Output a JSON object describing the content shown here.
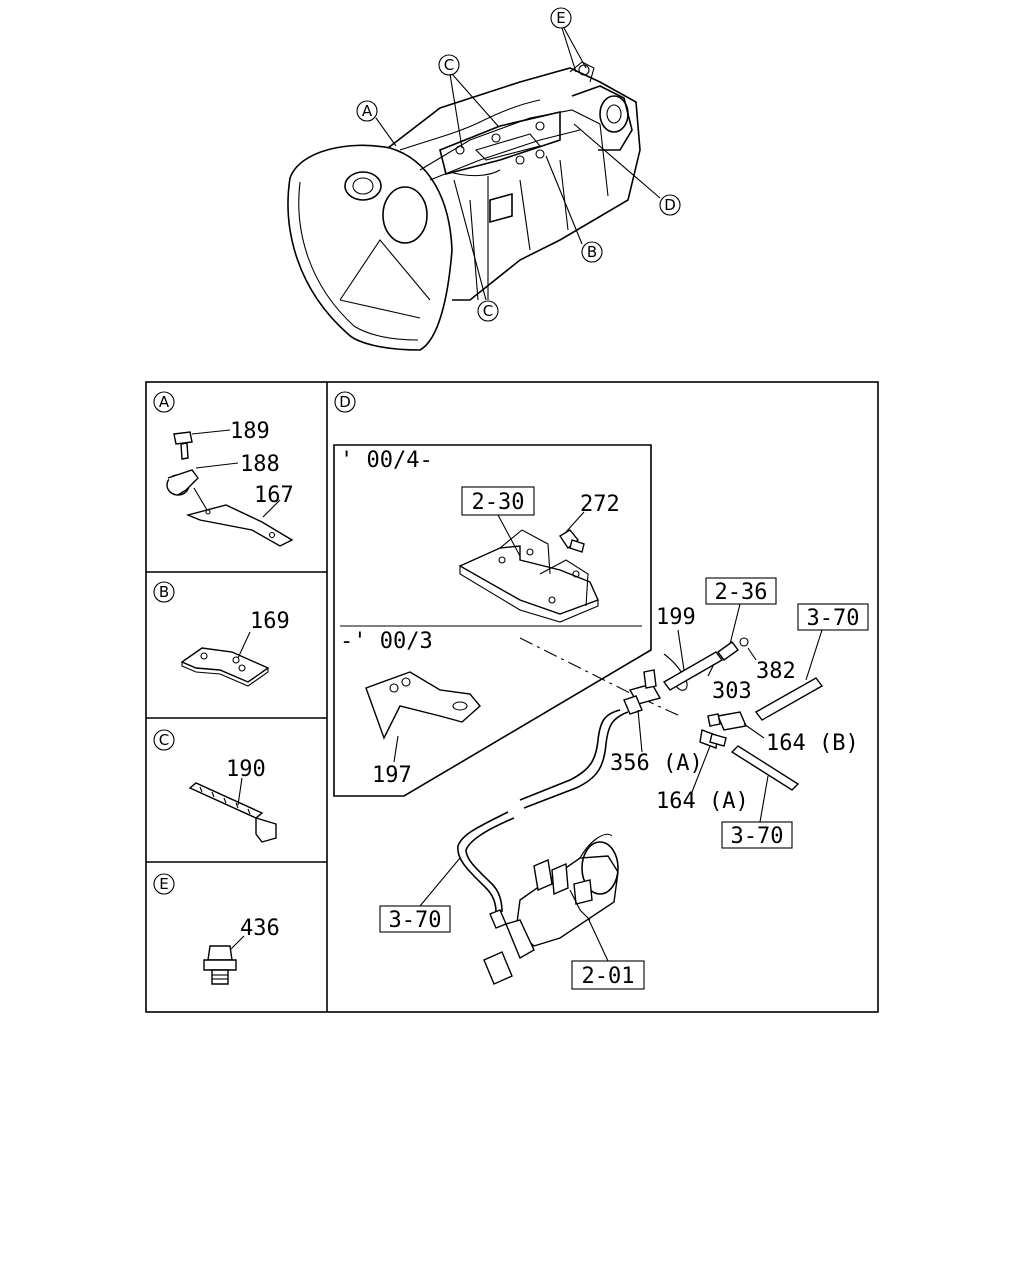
{
  "overview": {
    "callouts": [
      "A",
      "B",
      "C",
      "C",
      "D",
      "E"
    ]
  },
  "panels": {
    "A": {
      "letter": "A",
      "parts": [
        "189",
        "188",
        "167"
      ]
    },
    "B": {
      "letter": "B",
      "parts": [
        "169"
      ]
    },
    "C": {
      "letter": "C",
      "parts": [
        "190"
      ]
    },
    "E": {
      "letter": "E",
      "parts": [
        "436"
      ]
    },
    "D": {
      "letter": "D",
      "inset_top_label": "' 00/4-",
      "inset_bottom_label": "-' 00/3",
      "parts": {
        "p272": "272",
        "p197": "197",
        "p199": "199",
        "p303": "303",
        "p382": "382",
        "p356": "356 (A)",
        "p164a": "164 (A)",
        "p164b": "164 (B)"
      },
      "refs": {
        "r230": "2-30",
        "r236": "2-36",
        "r370a": "3-70",
        "r370b": "3-70",
        "r370c": "3-70",
        "r201": "2-01"
      }
    }
  }
}
